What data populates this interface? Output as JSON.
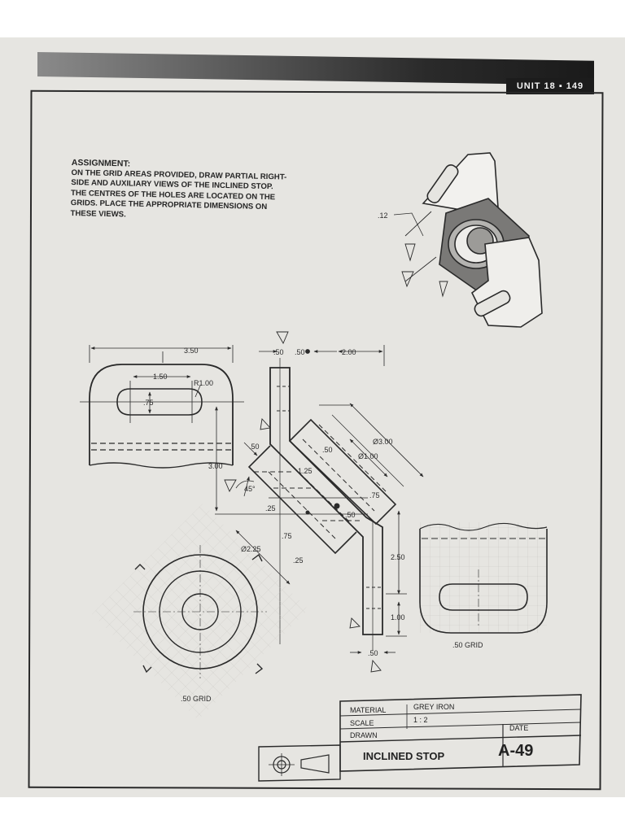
{
  "header": {
    "unit_label": "UNIT 18 ▪ 149"
  },
  "assignment": {
    "title": "ASSIGNMENT:",
    "lines": [
      "ON THE GRID AREAS PROVIDED, DRAW PARTIAL RIGHT-",
      "SIDE AND AUXILIARY VIEWS OF THE INCLINED STOP.",
      "THE CENTRES OF THE HOLES ARE LOCATED ON THE",
      "GRIDS. PLACE THE APPROPRIATE DIMENSIONS ON",
      "THESE VIEWS."
    ]
  },
  "dimensions": {
    "d_3_50": "3.50",
    "d_1_50": "1.50",
    "d_r1_00": "R1.00",
    "d_75a": ".75",
    "d_50a": ".50",
    "d_50b": ".50",
    "d_2_00": "2.00",
    "d_50c": ".50",
    "d_50d": ".50",
    "d_1_25": "1.25",
    "d_3_00": "3.00",
    "d_45deg": "45°",
    "d_25a": ".25",
    "d_dia3_00": "Ø3.00",
    "d_dia1_00": "Ø1.00",
    "d_75b": ".75",
    "d_50e": ".50",
    "d_dia2_25": "Ø2.25",
    "d_75c": ".75",
    "d_25b": ".25",
    "d_2_50": "2.50",
    "d_1_00": "1.00",
    "d_50f": ".50",
    "d_12": ".12"
  },
  "grid_labels": {
    "left": ".50 GRID",
    "right": ".50 GRID"
  },
  "title_block": {
    "material_label": "MATERIAL",
    "material_value": "GREY IRON",
    "scale_label": "SCALE",
    "scale_value": "1 : 2",
    "drawn_label": "DRAWN",
    "date_label": "DATE",
    "title": "INCLINED STOP",
    "code": "A-49"
  }
}
